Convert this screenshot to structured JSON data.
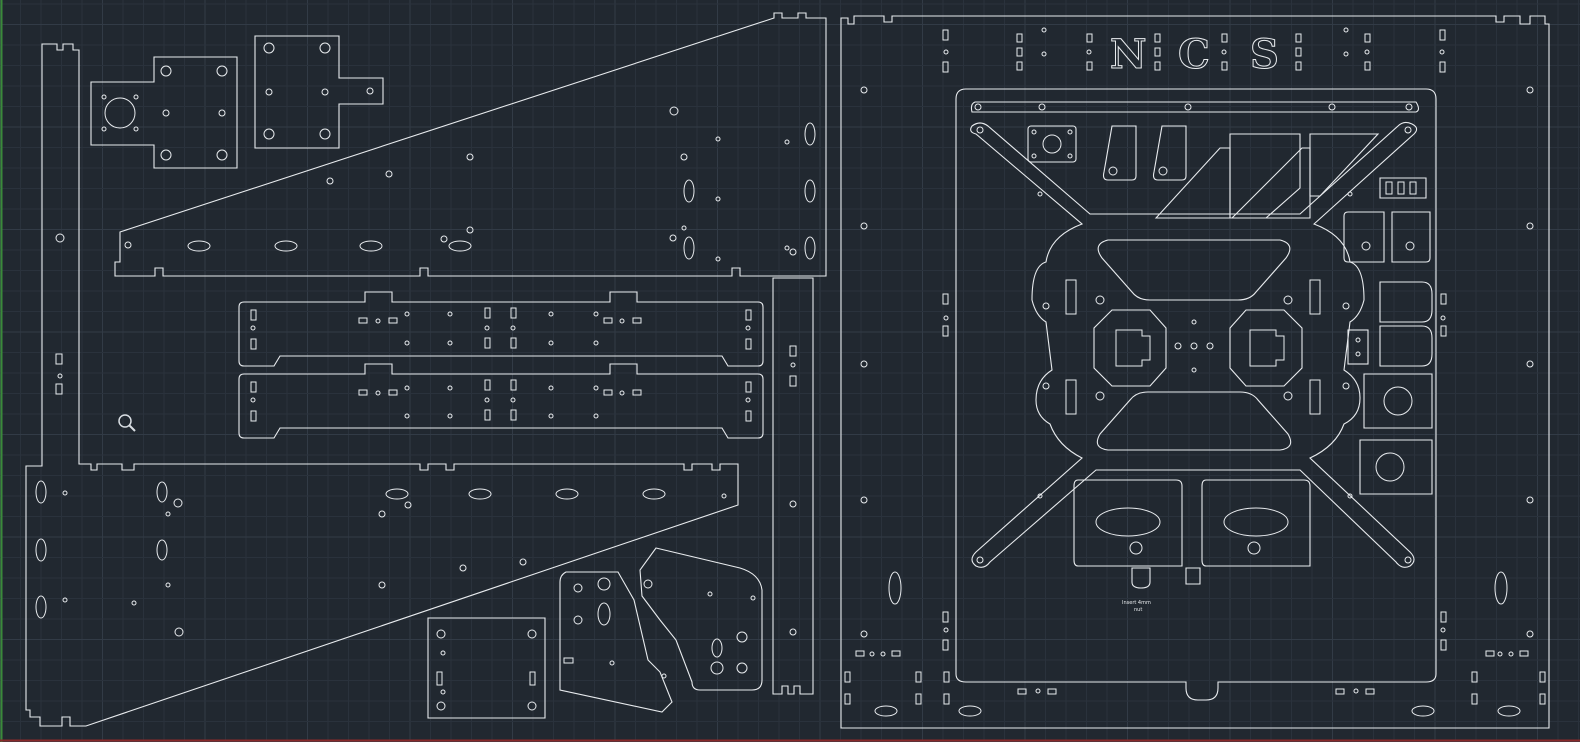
{
  "app": {
    "view": "model-space"
  },
  "engraving": {
    "letters": [
      "N",
      "C",
      "S"
    ],
    "small_lines": [
      "Insert 4mm",
      "nut"
    ]
  },
  "colors": {
    "background": "#212830",
    "grid_minor": "#2a323c",
    "grid_major": "#323b46",
    "lines": "#e8ebee",
    "ucs_green": "#3a8a3a",
    "ucs_red": "#8a2a2a"
  },
  "icons": {
    "cursor": "zoom-magnifier-icon"
  }
}
